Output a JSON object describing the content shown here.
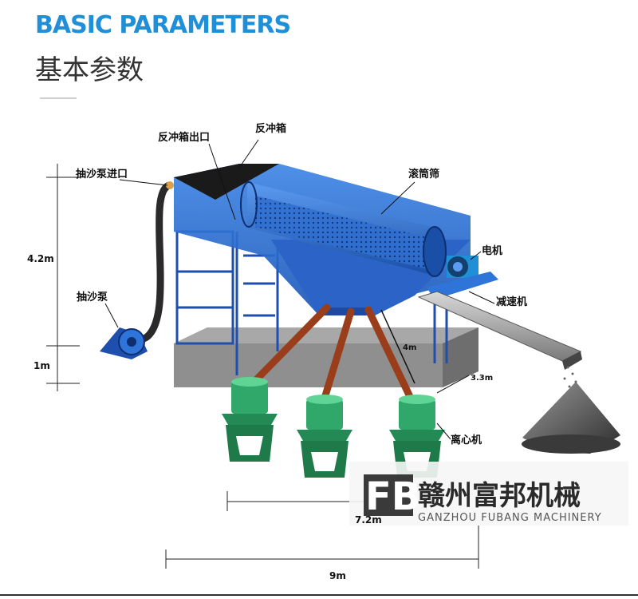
{
  "header": {
    "title_en": "BASIC PARAMETERS",
    "title_cn": "基本参数"
  },
  "labels": {
    "backflush_outlet": "反冲箱出口",
    "backflush_box": "反冲箱",
    "pump_inlet": "抽沙泵进口",
    "trommel": "滚筒筛",
    "motor": "电机",
    "reducer": "减速机",
    "sand_pump": "抽沙泵",
    "centrifuge": "离心机"
  },
  "dimensions": {
    "height_upper": "4.2m",
    "height_lower": "1m",
    "inner": "4m",
    "side": "3.3m",
    "width_inner": "7.2m",
    "width_total": "9m"
  },
  "brand": {
    "logo": "FB",
    "name_cn": "赣州富邦机械",
    "name_en": "GANZHOU FUBANG MACHINERY"
  },
  "colors": {
    "title_blue": "#1f8fd8",
    "machine_blue": "#2f74d8",
    "centrifuge_green": "#2fa86a",
    "pipe_brown": "#9a3d1a",
    "platform_gray": "#8a8a8a"
  }
}
